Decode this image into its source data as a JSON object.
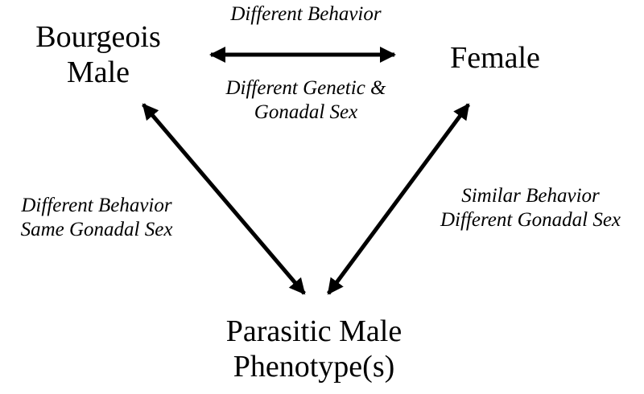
{
  "nodes": {
    "bourgeois_male": [
      "Bourgeois",
      "Male"
    ],
    "female": [
      "Female"
    ],
    "parasitic_male": [
      "Parasitic Male",
      "Phenotype(s)"
    ]
  },
  "edges": {
    "bourgeois_female_top": "Different Behavior",
    "bourgeois_female_bottom": [
      "Different Genetic &",
      "Gonadal Sex"
    ],
    "bourgeois_parasitic": [
      "Different Behavior",
      "Same Gonadal Sex"
    ],
    "female_parasitic": [
      "Similar Behavior",
      "Different Gonadal Sex"
    ]
  },
  "colors": {
    "ink": "#000000",
    "background": "#ffffff"
  }
}
